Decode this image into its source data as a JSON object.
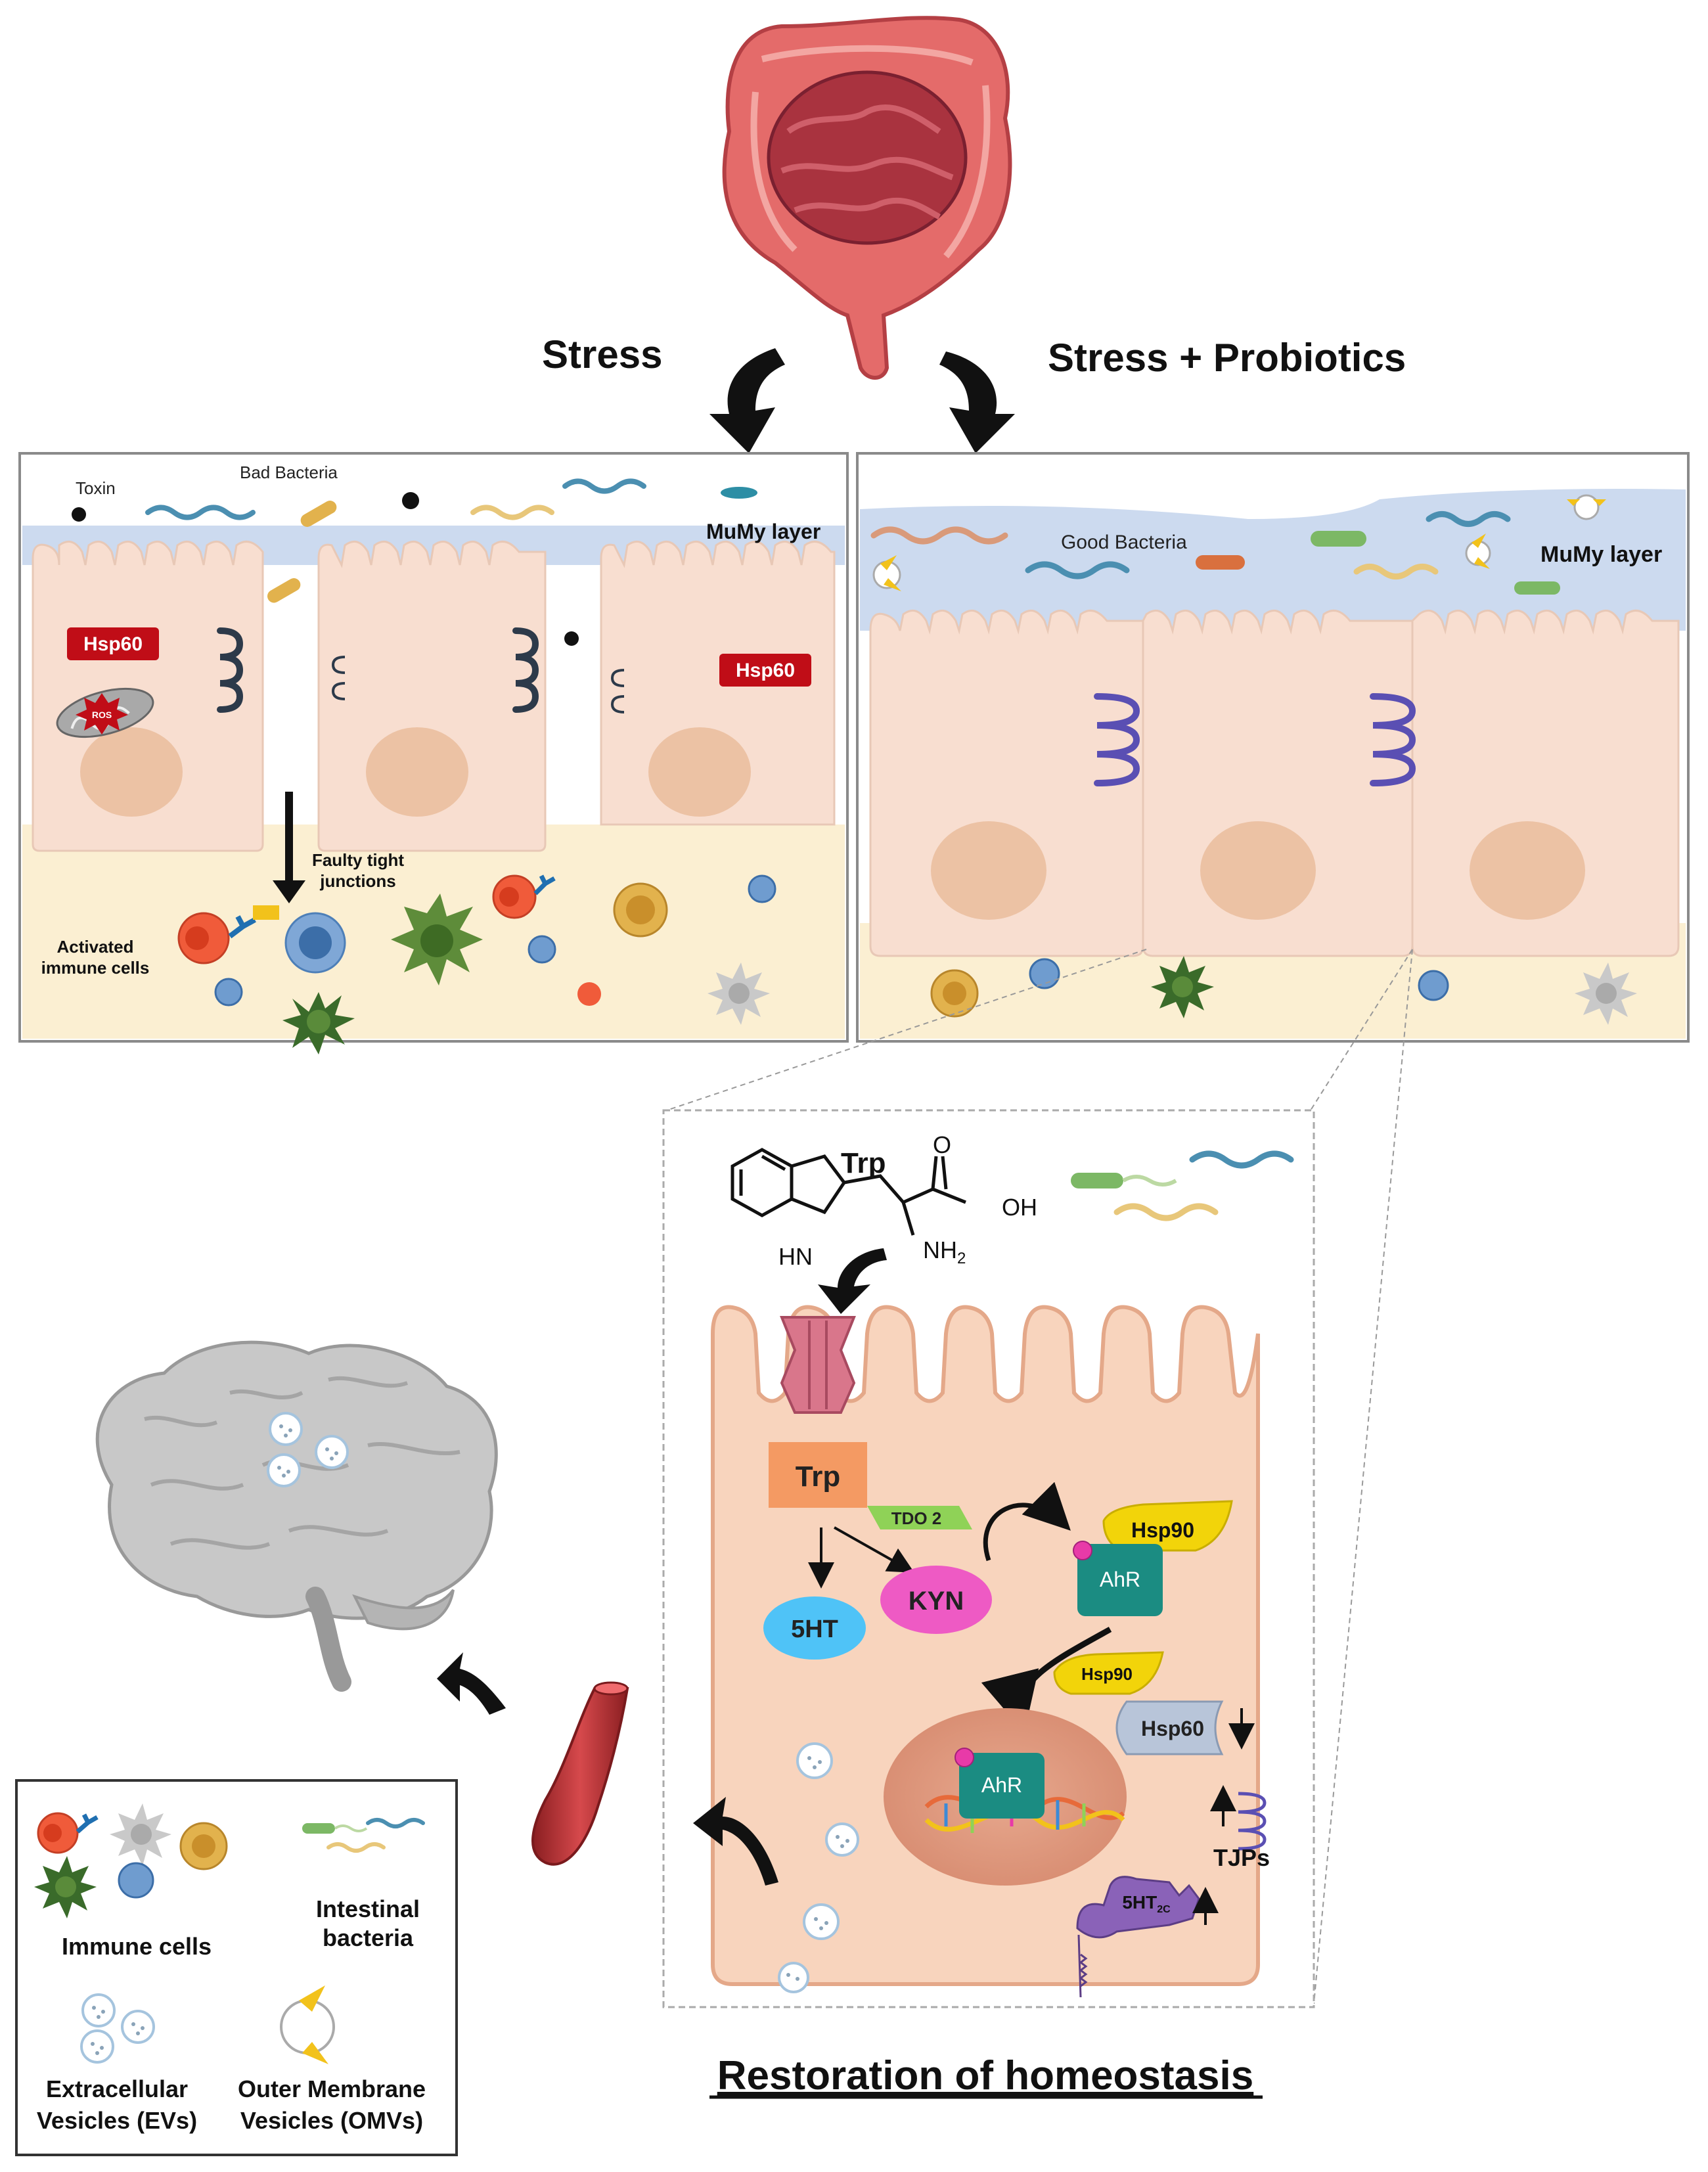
{
  "branches": {
    "stress": "Stress",
    "stress_probiotics": "Stress + Probiotics"
  },
  "left_panel": {
    "toxin": "Toxin",
    "bad_bacteria": "Bad Bacteria",
    "mumy_layer": "MuMy layer",
    "hsp60_left": "Hsp60",
    "hsp60_right": "Hsp60",
    "ros": "ROS",
    "faulty_tj_line1": "Faulty tight",
    "faulty_tj_line2": "junctions",
    "activated_line1": "Activated",
    "activated_line2": "immune cells"
  },
  "right_panel": {
    "good_bacteria": "Good Bacteria",
    "mumy_layer": "MuMy layer"
  },
  "mechanism": {
    "trp_molecule": "Trp",
    "oh": "OH",
    "o": "O",
    "hn": "HN",
    "nh2": "NH",
    "nh2_sub": "2",
    "trp_box": "Trp",
    "tdo2": "TDO 2",
    "kyn": "KYN",
    "five_ht": "5HT",
    "hsp90_top": "Hsp90",
    "ahr_top": "AhR",
    "hsp90_free": "Hsp90",
    "hsp60": "Hsp60",
    "ahr_nucleus": "AhR",
    "tjps": "TJPs",
    "receptor": "5HT",
    "receptor_sub": "2C"
  },
  "title": "Restoration of  homeostasis",
  "legend": {
    "immune_cells": "Immune cells",
    "intestinal_line1": "Intestinal",
    "intestinal_line2": "bacteria",
    "ev_line1": "Extracellular",
    "ev_line2": "Vesicles (EVs)",
    "omv_line1": "Outer Membrane",
    "omv_line2": "Vesicles (OMVs)"
  },
  "colors": {
    "hsp60_red": "#c00d17",
    "trp_orange": "#f49a63",
    "tdo2_green": "#8fd257",
    "kyn_magenta": "#ee5ac4",
    "five_ht_blue": "#4fc3f7",
    "hsp90_yellow": "#f2d40a",
    "ahr_teal": "#1b8c82",
    "receptor_purple": "#8a62b8",
    "tight_junction_purple": "#5a4fb3",
    "cell_pink": "#f8ded0",
    "mucus_blue": "#ccdaef",
    "lamina_yellow": "#fbefd2"
  },
  "icons": [
    "intestine-icon",
    "brain-icon",
    "blood-vessel-icon",
    "neutrophil-icon",
    "macrophage-icon",
    "dendritic-cell-icon",
    "lymphocyte-icon",
    "antibody-icon",
    "bacteria-icon",
    "vesicle-icon",
    "omv-icon",
    "mitochondria-icon",
    "trp-transporter-icon",
    "dna-icon"
  ]
}
